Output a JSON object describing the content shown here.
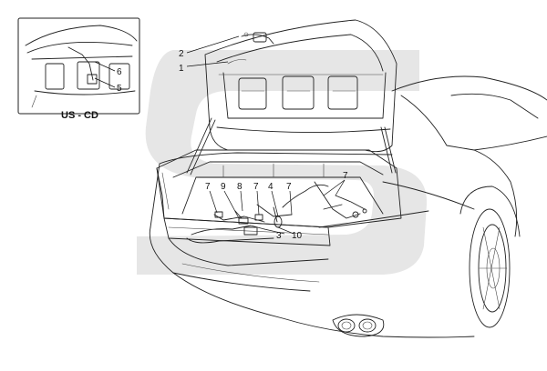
{
  "inset": {
    "title": "US - CD"
  },
  "callouts": [
    {
      "id": "c1",
      "text": "1"
    },
    {
      "id": "c2",
      "text": "2"
    },
    {
      "id": "c3",
      "text": "3"
    },
    {
      "id": "c4",
      "text": "4"
    },
    {
      "id": "c5",
      "text": "5"
    },
    {
      "id": "c6",
      "text": "6"
    },
    {
      "id": "c7a",
      "text": "7"
    },
    {
      "id": "c7b",
      "text": "7"
    },
    {
      "id": "c7c",
      "text": "7"
    },
    {
      "id": "c7d",
      "text": "7"
    },
    {
      "id": "c8",
      "text": "8"
    },
    {
      "id": "c9",
      "text": "9"
    },
    {
      "id": "c10",
      "text": "10"
    }
  ],
  "colors": {
    "line": "#222222",
    "watermark": "#e6e6e6",
    "background": "#ffffff"
  }
}
